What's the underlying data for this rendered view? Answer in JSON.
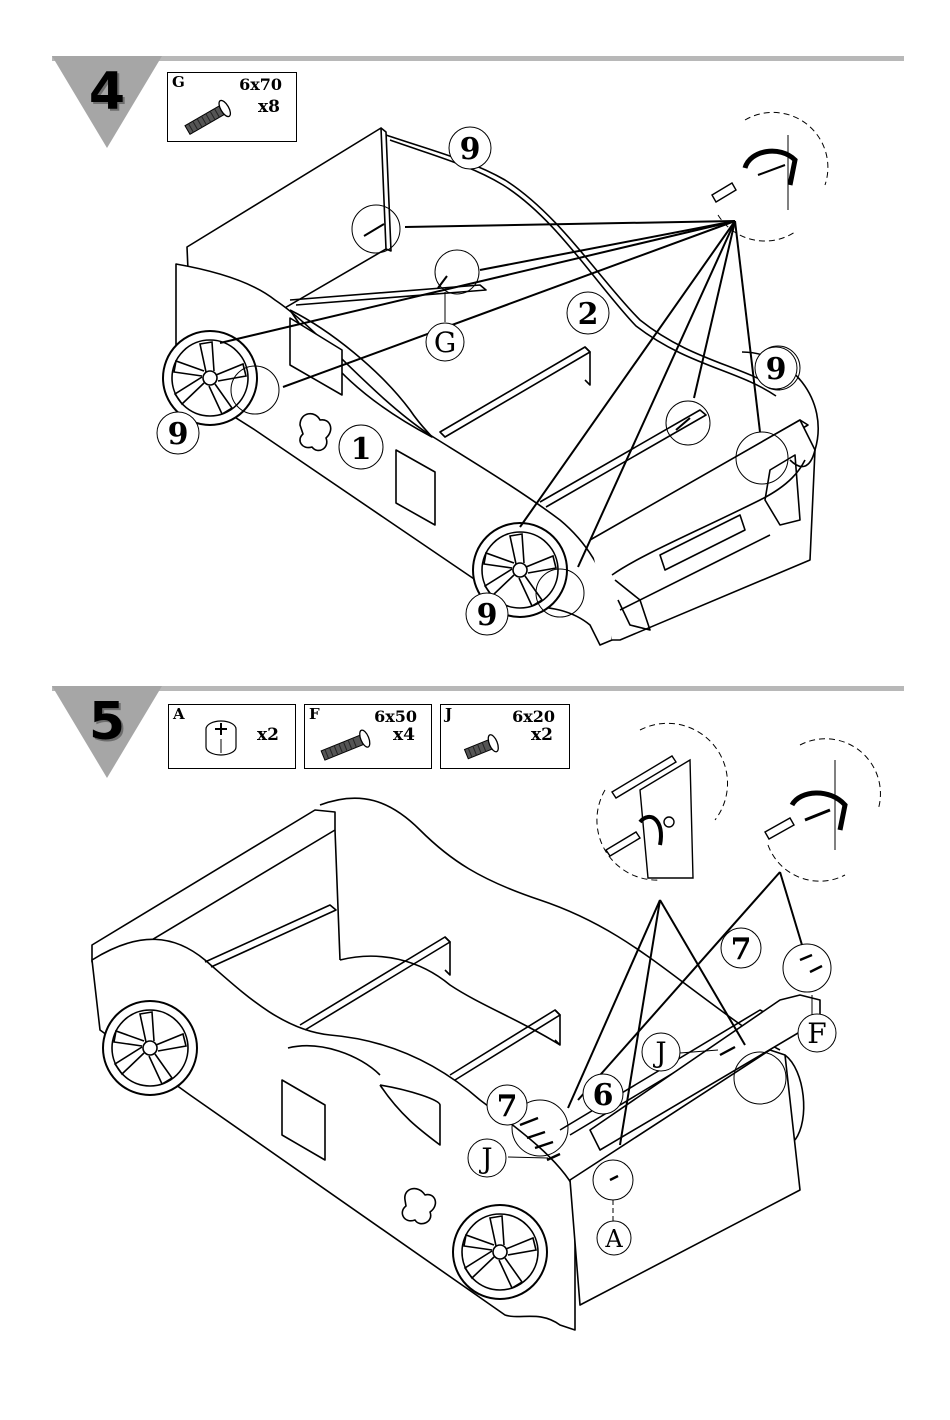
{
  "steps": [
    {
      "number": "4",
      "parts": [
        {
          "letter": "G",
          "size": "6x70",
          "qty": "x8",
          "icon": "long-bolt-icon"
        }
      ],
      "labels": {
        "panel_left": "1",
        "panel_mid": "2",
        "wheel_top": "9",
        "wheel_right": "9",
        "wheel_left": "9",
        "wheel_bottom": "9",
        "callout": "G"
      }
    },
    {
      "number": "5",
      "parts": [
        {
          "letter": "A",
          "size": "",
          "qty": "x2",
          "icon": "cam-lock-icon"
        },
        {
          "letter": "F",
          "size": "6x50",
          "qty": "x4",
          "icon": "bolt-icon"
        },
        {
          "letter": "J",
          "size": "6x20",
          "qty": "x2",
          "icon": "short-bolt-icon"
        }
      ],
      "labels": {
        "bar_top": "7",
        "bar_left": "7",
        "panel": "6",
        "j_top": "J",
        "j_left": "J",
        "f": "F",
        "a": "A"
      }
    }
  ],
  "colors": {
    "header_bar": "#b8b8b8",
    "triangle": "#a6a6a6",
    "line": "#000000"
  }
}
